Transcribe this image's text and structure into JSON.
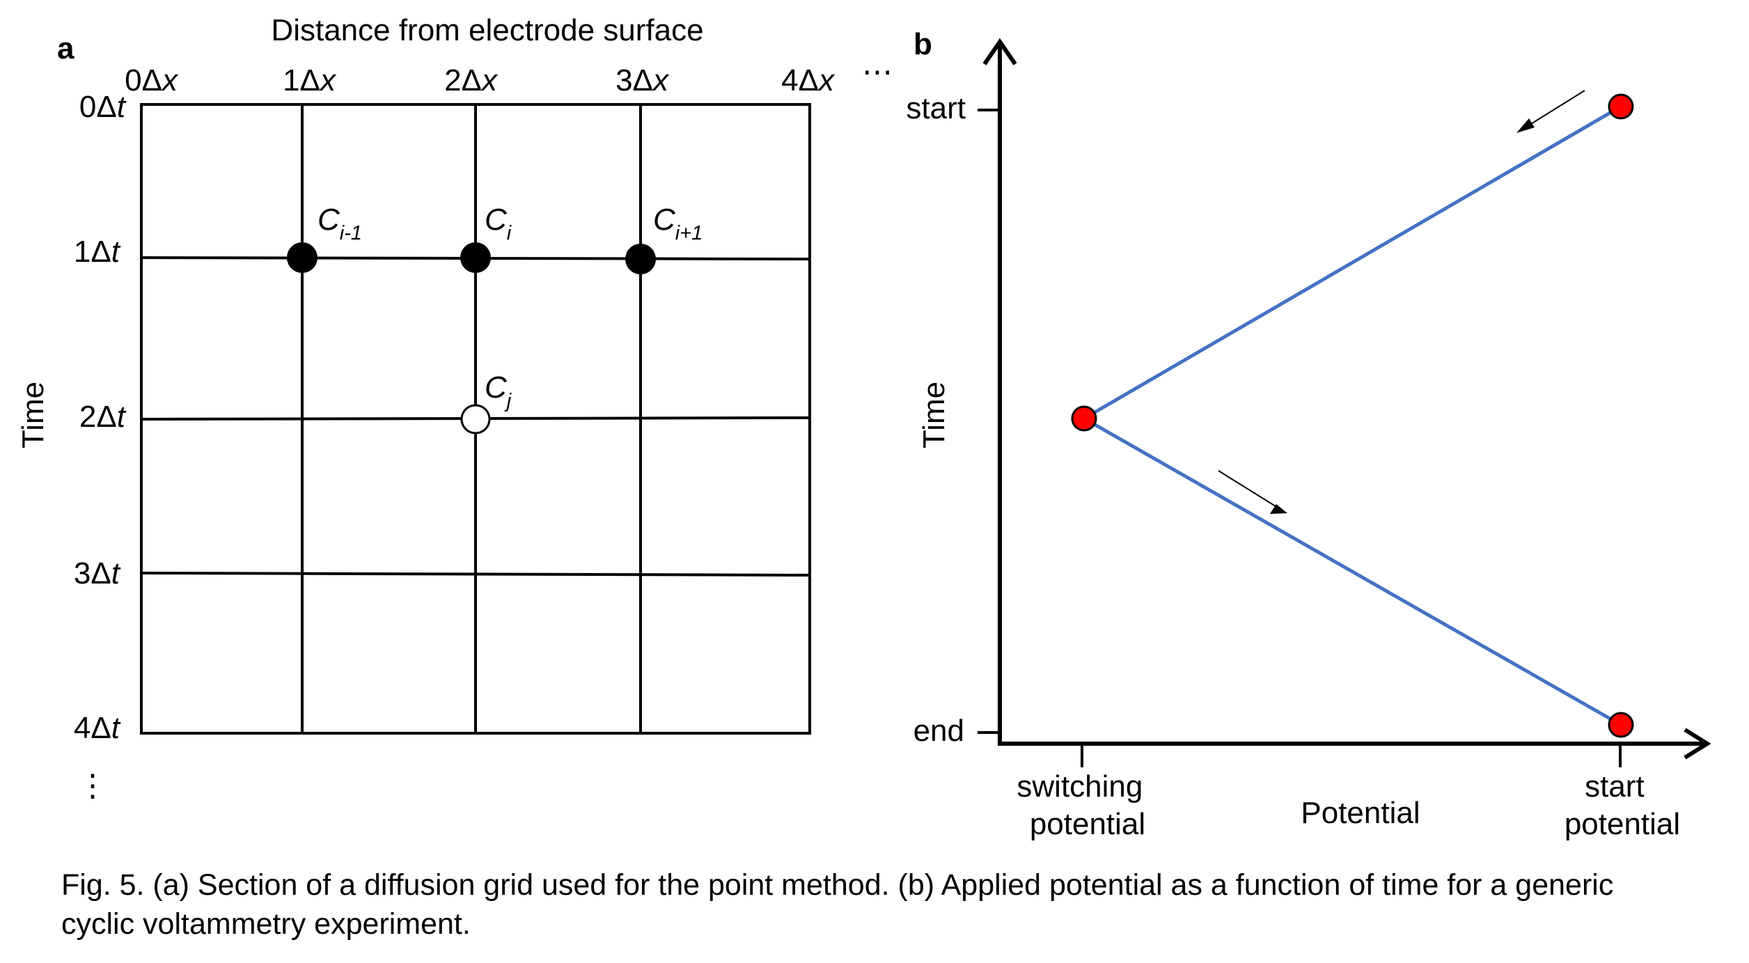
{
  "panel_a": {
    "label": "a",
    "title": "Distance from electrode surface",
    "x_ticks": [
      {
        "num": "0Δ",
        "var": "x"
      },
      {
        "num": "1Δ",
        "var": "x"
      },
      {
        "num": "2Δ",
        "var": "x"
      },
      {
        "num": "3Δ",
        "var": "x"
      },
      {
        "num": "4Δ",
        "var": "x"
      }
    ],
    "x_more": "⋯",
    "y_ticks": [
      {
        "num": "0Δ",
        "var": "t"
      },
      {
        "num": "1Δ",
        "var": "t"
      },
      {
        "num": "2Δ",
        "var": "t"
      },
      {
        "num": "3Δ",
        "var": "t"
      },
      {
        "num": "4Δ",
        "var": "t"
      }
    ],
    "y_more": "⋮",
    "y_label": "Time",
    "points": [
      {
        "main": "C",
        "sub": "i-1",
        "filled": true
      },
      {
        "main": "C",
        "sub": "i",
        "filled": true
      },
      {
        "main": "C",
        "sub": "i+1",
        "filled": true
      },
      {
        "main": "C",
        "sub": "j",
        "filled": false
      }
    ]
  },
  "panel_b": {
    "label": "b",
    "y_label": "Time",
    "y_tick_top": "start",
    "y_tick_bottom": "end",
    "x_label": "Potential",
    "x_tick_left": [
      "switching",
      "potential"
    ],
    "x_tick_right": [
      "start",
      "potential"
    ],
    "line_color": "#4472C4",
    "point_color": "#FF0000"
  },
  "caption": {
    "line1": "Fig. 5. (a) Section of a diffusion grid used for the point method. (b) Applied potential as a function of time for a generic",
    "line2": "cyclic voltammetry experiment."
  }
}
